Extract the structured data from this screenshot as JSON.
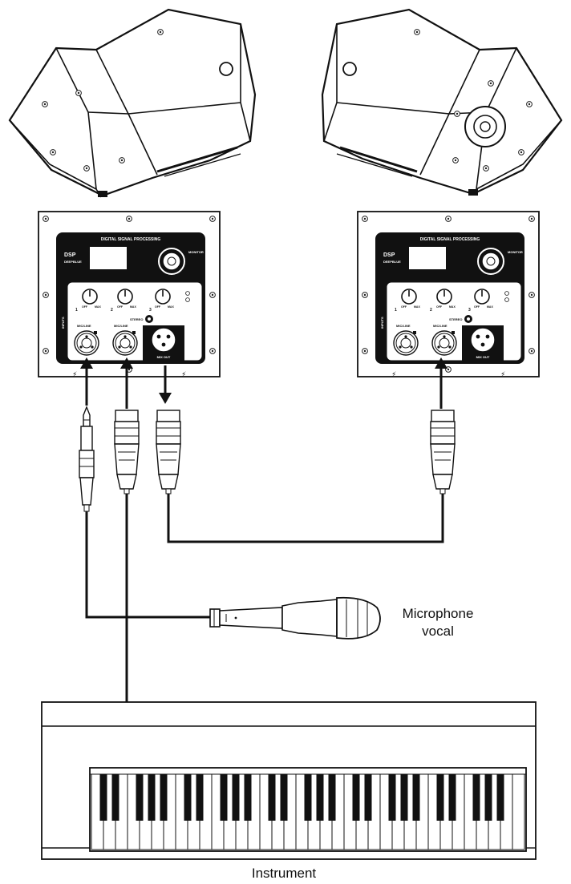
{
  "labels": {
    "microphone_line1": "Microphone",
    "microphone_line2": "vocal",
    "instrument": "Instrument"
  },
  "panel_left": {
    "header": "DIGITAL SIGNAL PROCESSING",
    "dsp": "DSP",
    "dsp_sub": "DEEPBLUE",
    "inputs": "INPUTS",
    "knob_labels": [
      "1",
      "2",
      "3"
    ],
    "off": "OFF",
    "max": "MAX",
    "stereo": "STEREO",
    "jack1": "MIC/LINE",
    "jack2": "MIC/LINE",
    "out": "MIX OUT",
    "mode": "MONITOR"
  },
  "panel_right": {
    "header": "DIGITAL SIGNAL PROCESSING",
    "dsp": "DSP",
    "dsp_sub": "DEEPBLUE",
    "inputs": "INPUTS",
    "knob_labels": [
      "1",
      "2",
      "3"
    ],
    "off": "OFF",
    "max": "MAX",
    "stereo": "STEREO",
    "jack1": "MIC/LINE",
    "jack2": "MIC/LINE",
    "out": "MIX OUT",
    "mode": "MONITOR"
  }
}
